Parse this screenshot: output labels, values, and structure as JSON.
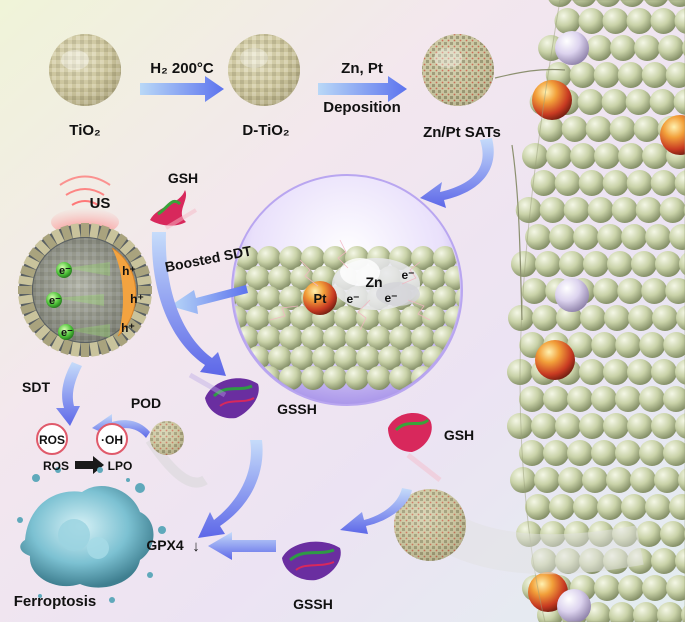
{
  "synthesis": {
    "step1": {
      "product": "TiO₂",
      "condition": "H₂ 200°C"
    },
    "step2": {
      "product": "D-TiO₂",
      "condition_top": "Zn, Pt",
      "condition_bottom": "Deposition"
    },
    "step3": {
      "product": "Zn/Pt SATs"
    }
  },
  "nanoparticle": {
    "stimulus": "US",
    "electron_label": "e⁻",
    "hole_label": "h⁺"
  },
  "zoom": {
    "atom_pt": "Pt",
    "atom_zn": "Zn",
    "electron_label": "e⁻",
    "arrow_label": "Boosted SDT"
  },
  "pathway": {
    "gsh_top": "GSH",
    "gssh_mid": "GSSH",
    "gsh_right": "GSH",
    "gssh_bottom": "GSSH",
    "sdt": "SDT",
    "pod": "POD",
    "ros": "ROS",
    "oh": "·OH",
    "ros_conv_from": "ROS",
    "ros_conv_to": "LPO",
    "gpx4": "GPX4",
    "gpx4_arrow": "↓",
    "ferroptosis": "Ferroptosis"
  },
  "colors": {
    "arrow_blue": "#6b7ff0",
    "arrow_purple": "#7b63e8",
    "sphere_green": "#c9d3a8",
    "hole_orange": "#f3a340",
    "electron_green": "#4fc43a",
    "pt_red": "#d04a2a",
    "protein_pink": "#d8285c",
    "protein_purple": "#6a2ea0",
    "cell_teal": "#6fb7c9"
  }
}
